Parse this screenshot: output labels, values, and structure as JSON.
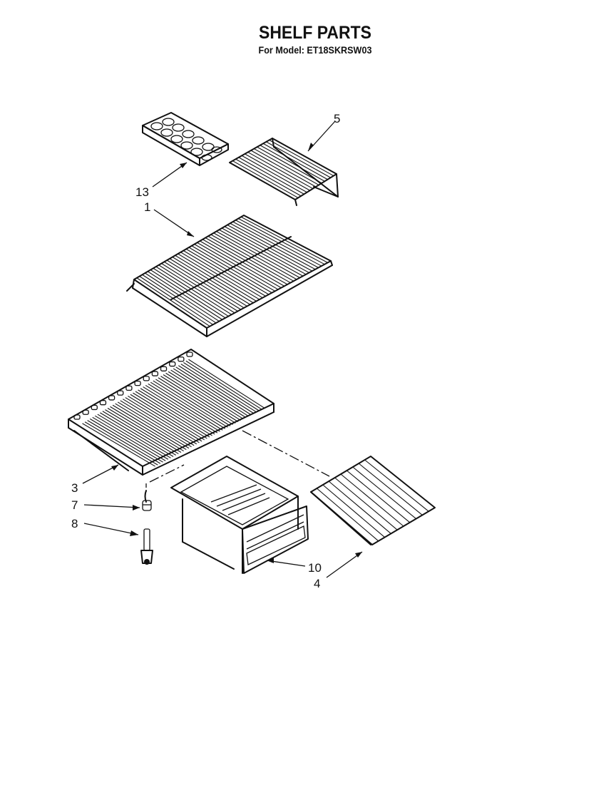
{
  "header": {
    "title": "SHELF PARTS",
    "subtitle": "For Model: ET18SKRSW03"
  },
  "callouts": {
    "part_13": "13",
    "part_1": "1",
    "part_5": "5",
    "part_3": "3",
    "part_7": "7",
    "part_8": "8",
    "part_10": "10",
    "part_4": "4"
  }
}
